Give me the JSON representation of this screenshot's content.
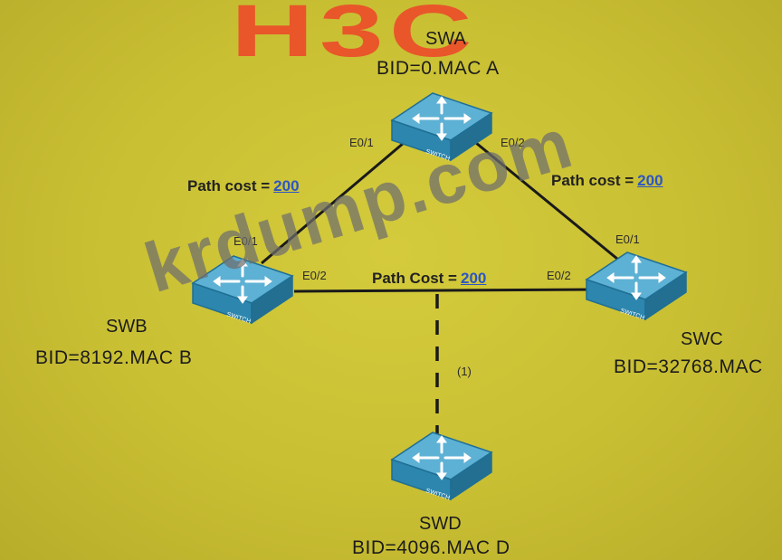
{
  "logo": "H3C",
  "watermark": "krdump.com",
  "nodes": {
    "swa": {
      "name": "SWA",
      "bid": "BID=0.MAC A",
      "port1": "E0/1",
      "port2": "E0/2"
    },
    "swb": {
      "name": "SWB",
      "bid": "BID=8192.MAC B",
      "port1": "E0/1",
      "port2": "E0/2"
    },
    "swc": {
      "name": "SWC",
      "bid": "BID=32768.MAC",
      "port1": "E0/1",
      "port2": "E0/2"
    },
    "swd": {
      "name": "SWD",
      "bid": "BID=4096.MAC D"
    }
  },
  "links": {
    "ab": {
      "cost_label": "Path cost =",
      "cost_value": "200"
    },
    "ac": {
      "cost_label": "Path cost =",
      "cost_value": "200"
    },
    "bc": {
      "cost_label": "Path Cost =",
      "cost_value": "200"
    },
    "bc_to_d": {
      "marker": "(1)"
    }
  },
  "colors": {
    "background": "#c9bf33",
    "switch_top": "#4fa3c8",
    "switch_side": "#2a7fa6",
    "logo": "#e8562a",
    "cost_value": "#2c56c4"
  },
  "icon": "network-switch-icon"
}
